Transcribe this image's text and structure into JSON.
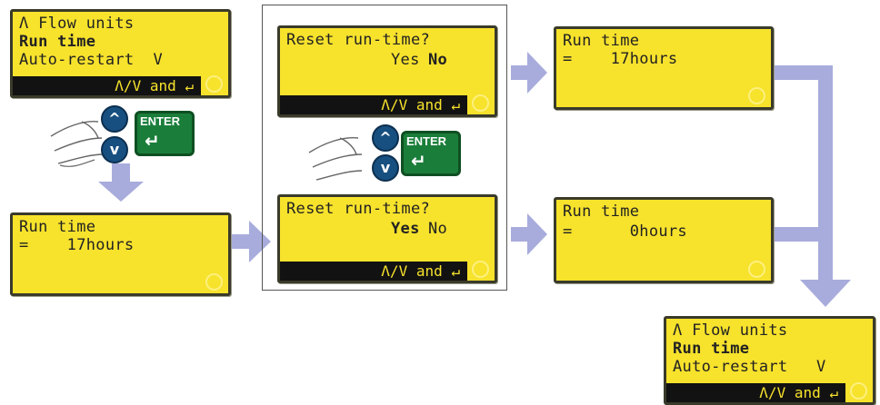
{
  "colors": {
    "lcd_yellow": "#f7e22c",
    "arrow": "#a8acdc",
    "button_blue": "#174f80",
    "enter_green": "#1a7e3a"
  },
  "screens": {
    "menu_top": {
      "line1": "Λ Flow units",
      "line2": "Run time",
      "line3": "Auto-restart  V",
      "bar": "Λ/V and ↵"
    },
    "run_time_initial": {
      "line1": "Run time",
      "line2": "=    17hours"
    },
    "reset_no": {
      "line1": "Reset run-time?",
      "yes": "Yes",
      "no": "No",
      "bar": "Λ/V and ↵"
    },
    "reset_yes": {
      "line1": "Reset run-time?",
      "yes": "Yes",
      "no": "No",
      "bar": "Λ/V and ↵"
    },
    "run_time_kept": {
      "line1": "Run time",
      "line2": "=    17hours"
    },
    "run_time_reset": {
      "line1": "Run time",
      "line2": "=      0hours"
    },
    "menu_bottom": {
      "line1": "Λ Flow units",
      "line2": "Run time",
      "line3": "Auto-restart   V",
      "bar": "Λ/V and ↵"
    }
  },
  "keypad": {
    "up_icon": "chevron-up-icon",
    "down_icon": "chevron-down-icon",
    "up_glyph": "^",
    "down_glyph": "v",
    "enter_label": "ENTER",
    "enter_glyph": "↵"
  }
}
